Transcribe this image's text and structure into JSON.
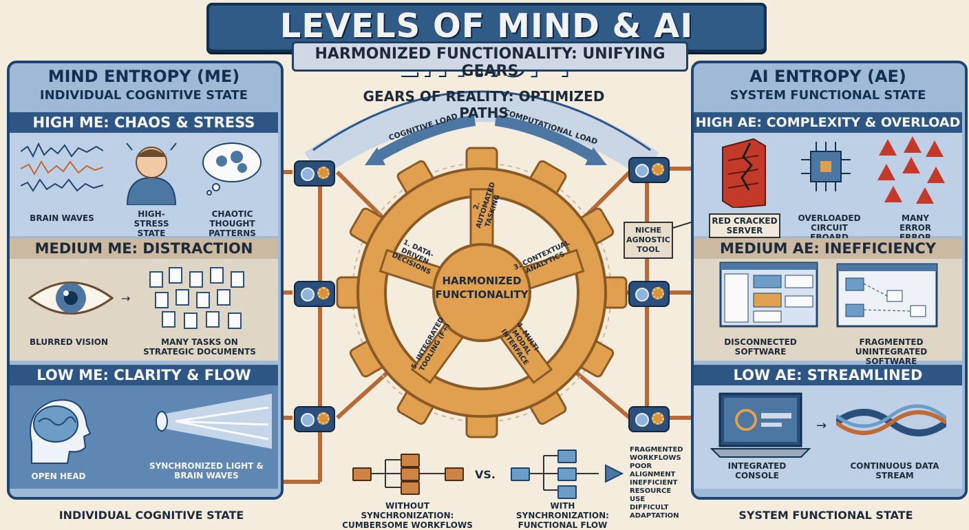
{
  "title": "LEVELS OF MIND & AI ENTROPY",
  "subtitle": "HARMONIZED FUNCTIONALITY: UNIFYING GEARS",
  "left_panel": {
    "title": "MIND ENTROPY (ME)",
    "subtitle": "INDIVIDUAL COGNITIVE STATE",
    "high_label": "HIGH ME: CHAOS & STRESS",
    "high_items": [
      "BRAIN WAVES",
      "HIGH-STRESS STATE",
      "CHAOTIC THOUGHT PATTERNS"
    ],
    "medium_label": "MEDIUM ME: DISTRACTION",
    "medium_items": [
      "BLURRED VISION",
      "MANY TASKS ON STRATEGIC DOCUMENTS"
    ],
    "low_label": "LOW ME: CLARITY & FLOW",
    "low_items": [
      "OPEN HEAD",
      "SYNCHRONIZED LIGHT & BRAIN WAVES"
    ],
    "footer": "INDIVIDUAL COGNITIVE STATE"
  },
  "right_panel": {
    "title": "AI ENTROPY (AE)",
    "subtitle": "SYSTEM FUNCTIONAL STATE",
    "high_label": "HIGH AE: COMPLEXITY & OVERLOAD",
    "high_items": [
      "RED CRACKED SERVER",
      "OVERLOADED CIRCUIT EBOARD",
      "MANY ERROR ERROR SIGNS"
    ],
    "medium_label": "MEDIUM AE: INEFFICIENCY",
    "medium_items": [
      "DISCONNECTED SOFTWARE",
      "FRAGMENTED UNINTEGRATED SOFTWARE"
    ],
    "low_label": "LOW AE: STREAMLINED",
    "low_items": [
      "INTEGRATED CONSOLE",
      "CONTINUOUS DATA STREAM"
    ],
    "footer": "SYSTEM FUNCTIONAL STATE"
  },
  "center": {
    "arc_title": "GEARS OF REALITY: OPTIMIZED PATHS",
    "arrow_left": "COGNITIVE LOAD",
    "arrow_right": "COMPUTATIONAL LOAD",
    "gear_center": "HARMONIZED FUNCTIONALITY",
    "gear_spokes": [
      "1. DATA-DRIVEN DECISIONS",
      "2. AUTOMATED TASKING",
      "3. CONTEXTUAL ANALYTICS",
      "4. MULTI-MODAL INTERFACE",
      "5. INTEGRATED TOOLING (F+)"
    ],
    "niche_tool": "NICHE AGNOSTIC TOOL"
  },
  "bottom": {
    "vs": "VS.",
    "without": "WITHOUT SYNCHRONIZATION: CUMBERSOME WORKFLOWS",
    "with": "WITH SYNCHRONIZATION: FUNCTIONAL FLOW",
    "issues": [
      "FRAGMENTED WORKFLOWS",
      "POOR ALIGNMENT",
      "INEFFICIENT RESOURCE USE",
      "DIFFICULT ADAPTATION"
    ]
  },
  "colors": {
    "navy": "#1e4470",
    "gear_orange": "#e0a050",
    "accent_brown": "#c06a35",
    "cream": "#f4ecdd"
  }
}
